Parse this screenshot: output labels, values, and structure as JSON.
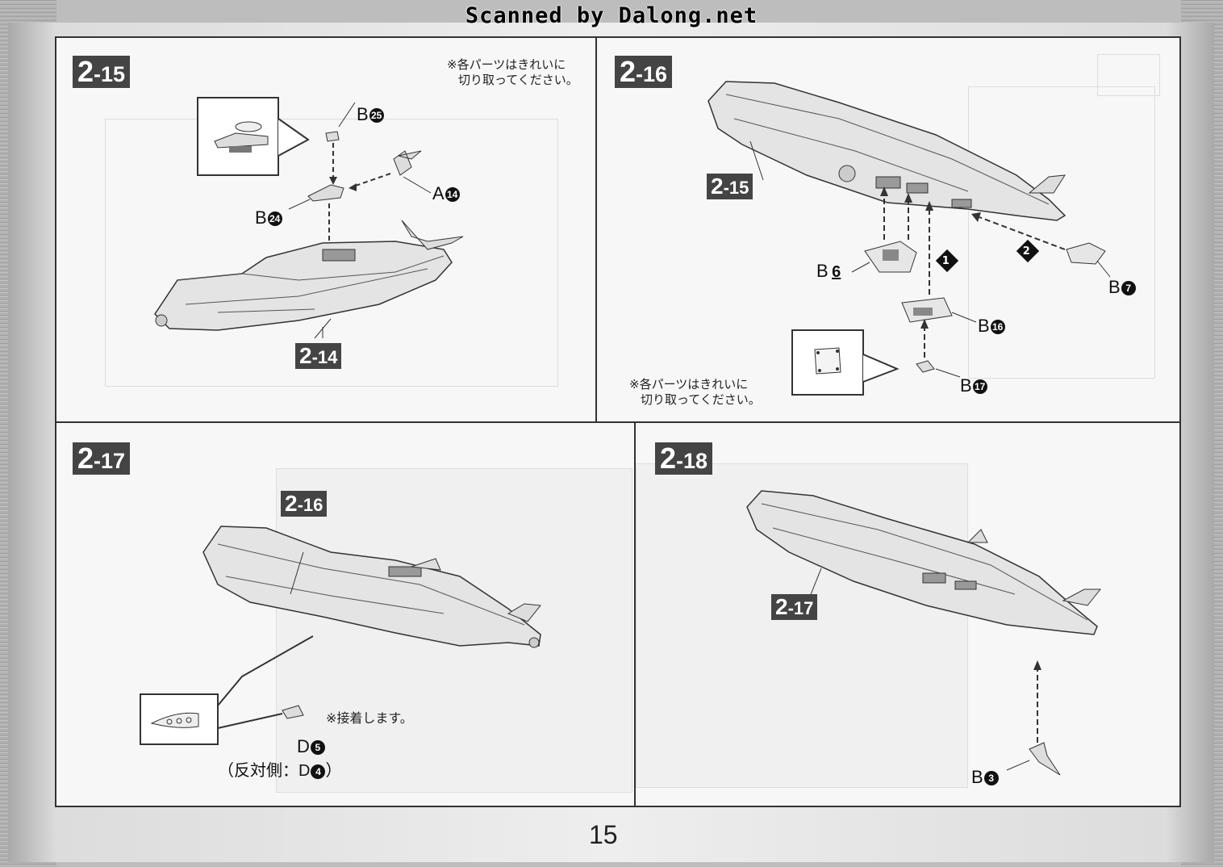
{
  "scan_credit": "Scanned by Dalong.net",
  "page_number": "15",
  "steps": {
    "s215": {
      "major": "2",
      "minor": "-15",
      "note_line1": "※各パーツはきれいに",
      "note_line2": "切り取ってください。",
      "ref": {
        "major": "2",
        "minor": "-14"
      },
      "parts": {
        "b25": {
          "letter": "B",
          "num": "25"
        },
        "a14": {
          "letter": "A",
          "num": "14"
        },
        "b24": {
          "letter": "B",
          "num": "24"
        }
      }
    },
    "s216": {
      "major": "2",
      "minor": "-16",
      "note_line1": "※各パーツはきれいに",
      "note_line2": "切り取ってください。",
      "ref": {
        "major": "2",
        "minor": "-15"
      },
      "order1": "1",
      "order2": "2",
      "parts": {
        "b6": {
          "letter": "B",
          "num": "6"
        },
        "b7": {
          "letter": "B",
          "num": "7"
        },
        "b16": {
          "letter": "B",
          "num": "16"
        },
        "b17": {
          "letter": "B",
          "num": "17"
        }
      }
    },
    "s217": {
      "major": "2",
      "minor": "-17",
      "ref": {
        "major": "2",
        "minor": "-16"
      },
      "glue_note": "※接着します。",
      "parts": {
        "d5": {
          "letter": "D",
          "num": "5"
        }
      },
      "opposite_prefix": "（反対側：",
      "opposite_letter": "D",
      "opposite_num": "4",
      "opposite_suffix": "）"
    },
    "s218": {
      "major": "2",
      "minor": "-18",
      "ref": {
        "major": "2",
        "minor": "-17"
      },
      "parts": {
        "b3": {
          "letter": "B",
          "num": "3"
        }
      }
    }
  },
  "icons": [
    "ship-illustration",
    "part-closeup",
    "assembly-arrow"
  ]
}
